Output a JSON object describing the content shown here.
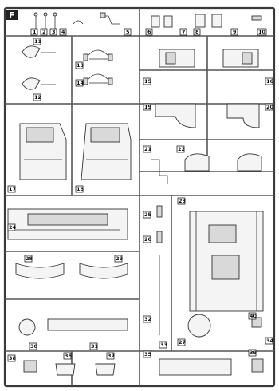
{
  "sprue": {
    "letter": "F",
    "part_numbers": [
      "1",
      "2",
      "3",
      "4",
      "5",
      "6",
      "7",
      "8",
      "9",
      "10",
      "11",
      "12",
      "13",
      "14",
      "15",
      "16",
      "17",
      "18",
      "19",
      "20",
      "21",
      "22",
      "23",
      "24",
      "25",
      "26",
      "27",
      "28",
      "29",
      "30",
      "31",
      "32",
      "33",
      "34",
      "35",
      "36",
      "37",
      "38",
      "39",
      "40"
    ]
  }
}
